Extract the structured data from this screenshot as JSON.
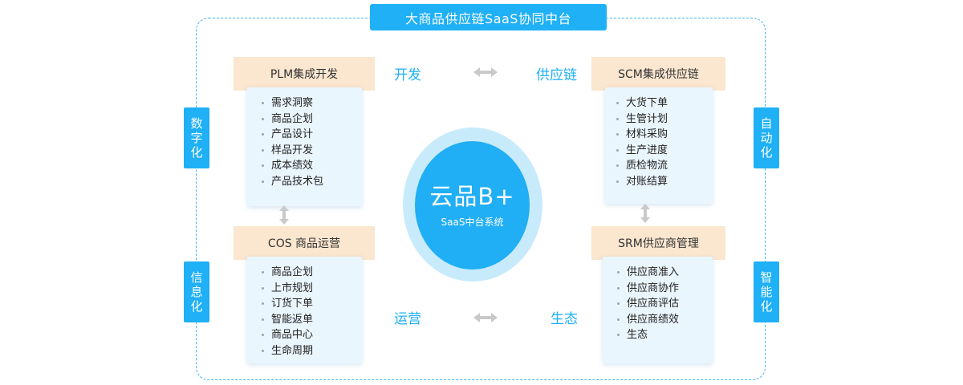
{
  "title": "大商品供应链SaaS协同中台",
  "hub": {
    "title": "云品B+",
    "subtitle": "SaaS中台系统"
  },
  "side_tabs": {
    "left_top": [
      "数",
      "字",
      "化"
    ],
    "left_bottom": [
      "信",
      "息",
      "化"
    ],
    "right_top": [
      "自",
      "动",
      "化"
    ],
    "right_bottom": [
      "智",
      "能",
      "化"
    ]
  },
  "axis_labels": {
    "dev": "开发",
    "chain": "供应链",
    "ops": "运营",
    "eco": "生态"
  },
  "modules": {
    "plm": {
      "title": "PLM集成开发",
      "items": [
        "需求洞察",
        "商品企划",
        "产品设计",
        "样品开发",
        "成本绩效",
        "产品技术包"
      ]
    },
    "cos": {
      "title": "COS 商品运营",
      "items": [
        "商品企划",
        "上市规划",
        "订货下单",
        "智能返单",
        "商品中心",
        "生命周期"
      ]
    },
    "scm": {
      "title": "SCM集成供应链",
      "items": [
        "大货下单",
        "生管计划",
        "材料采购",
        "生产进度",
        "质检物流",
        "对账结算"
      ]
    },
    "srm": {
      "title": "SRM供应商管理",
      "items": [
        "供应商准入",
        "供应商协作",
        "供应商评估",
        "供应商绩效",
        "生态"
      ]
    }
  },
  "colors": {
    "accent": "#1fb0f6",
    "module_head": "#fbe6cf",
    "module_body": "#eaf6fd",
    "hub_ring": "#c8ebfb",
    "arrow": "#c9c9c9"
  }
}
